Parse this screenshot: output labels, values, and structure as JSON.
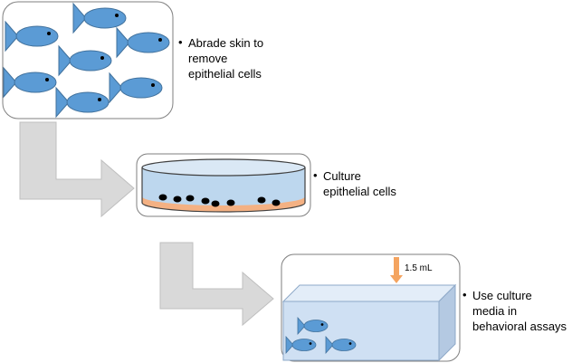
{
  "steps": [
    {
      "bullet": "•",
      "lines": [
        "Abrade skin to",
        "remove",
        "epithelial cells"
      ]
    },
    {
      "bullet": "•",
      "lines": [
        "Culture",
        "epithelial cells"
      ]
    },
    {
      "bullet": "•",
      "lines": [
        "Use culture",
        "media in",
        "behavioral assays"
      ]
    }
  ],
  "volume_label": "1.5 mL",
  "colors": {
    "fish_fill": "#5b9bd5",
    "fish_stroke": "#41719c",
    "panel_border": "#7f7f7f",
    "arrow_fill": "#d9d9d9",
    "arrow_stroke": "#bfbfbf",
    "dish_fill": "#bdd7ee",
    "dish_rim": "#dae8f5",
    "medium_fill": "#f4b183",
    "cell_fill": "#000000",
    "tank_fill": "#cfe0f3",
    "dropper_arrow": "#f4a460"
  },
  "icons": [
    "fish-icon",
    "petri-dish-icon",
    "cell-dot-icon",
    "tank-icon",
    "down-arrow-icon",
    "flow-arrow-icon"
  ]
}
